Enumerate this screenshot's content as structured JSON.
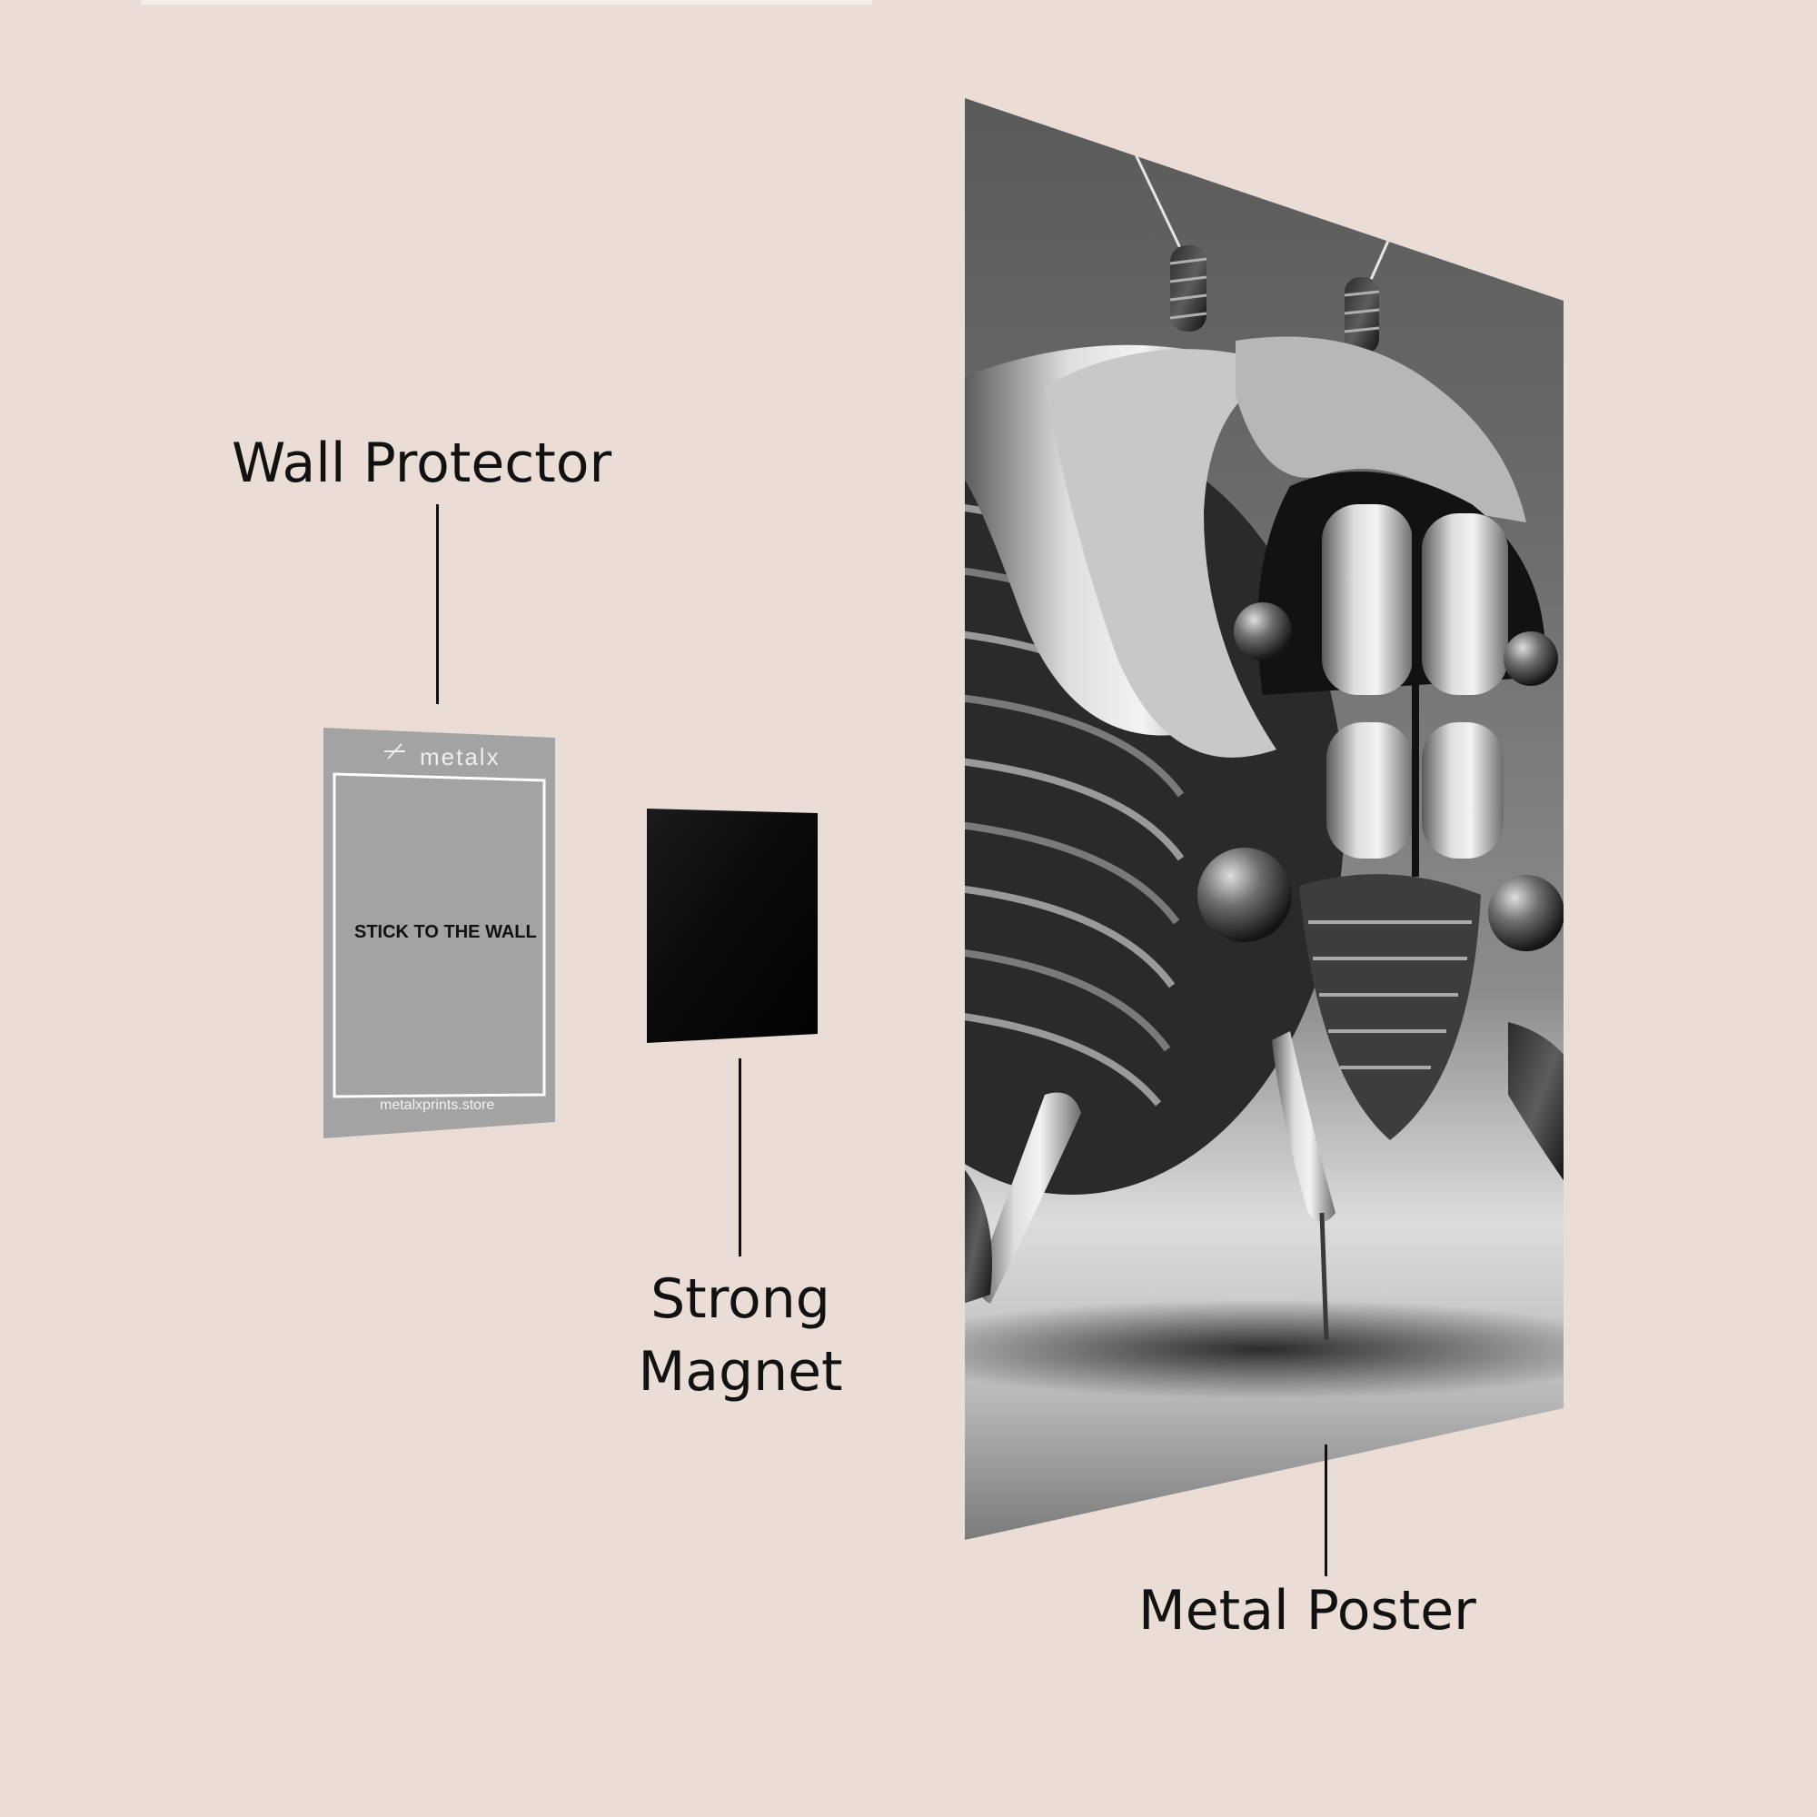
{
  "labels": {
    "wall_protector": "Wall Protector",
    "strong_magnet": "Strong Magnet",
    "metal_poster": "Metal Poster"
  },
  "protector": {
    "brand": "metalx",
    "brand_icon": "metalx-logo-icon",
    "message": "STICK TO THE WALL",
    "url": "metalxprints.store"
  },
  "colors": {
    "background": "#e9ddd5",
    "protector": "#a3a3a3",
    "magnet": "#070707",
    "text": "#111111"
  }
}
